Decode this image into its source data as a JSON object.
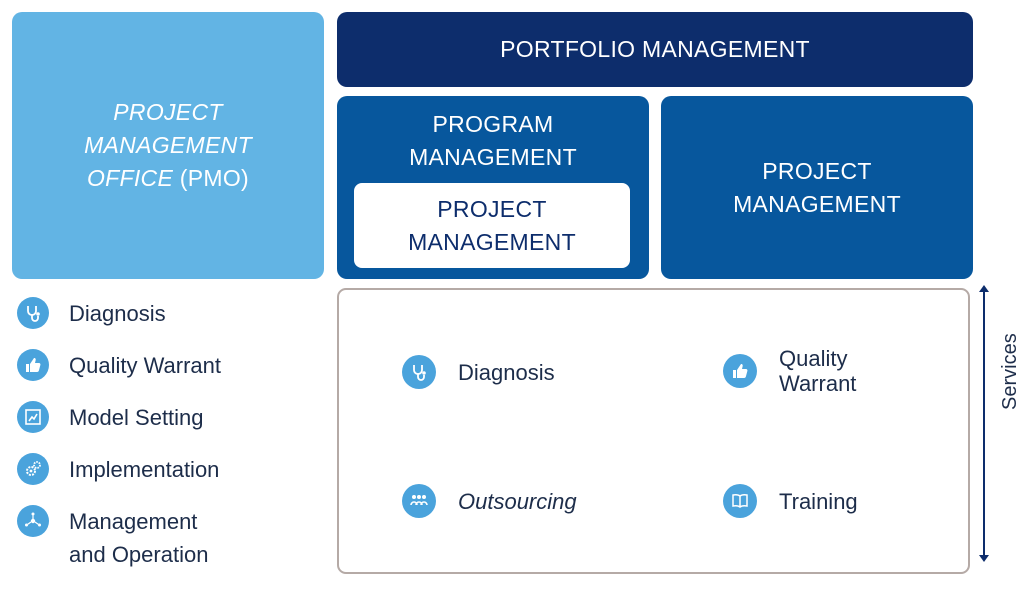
{
  "colors": {
    "pmo": "#62b4e4",
    "portfolio": "#0d2d6c",
    "program": "#07579d",
    "icon": "#4aa3dc",
    "text": "#1d2d4a"
  },
  "pmo": {
    "label_italic": "PROJECT\nMANAGEMENT\nOFFICE",
    "label_suffix": " (PMO)"
  },
  "portfolio": {
    "label": "PORTFOLIO MANAGEMENT"
  },
  "program": {
    "label": "PROGRAM\nMANAGEMENT",
    "inner_label": "PROJECT\nMANAGEMENT"
  },
  "project": {
    "label": "PROJECT\nMANAGEMENT"
  },
  "pmo_services": [
    {
      "icon": "stethoscope-icon",
      "label": "Diagnosis"
    },
    {
      "icon": "thumbs-up-icon",
      "label": "Quality Warrant"
    },
    {
      "icon": "model-board-icon",
      "label": "Model Setting"
    },
    {
      "icon": "gears-icon",
      "label": "Implementation"
    },
    {
      "icon": "network-people-icon",
      "label": "Management\nand Operation"
    }
  ],
  "services_panel": {
    "axis_label": "Services",
    "items": [
      {
        "icon": "stethoscope-icon",
        "label": "Diagnosis"
      },
      {
        "icon": "thumbs-up-icon",
        "label": "Quality\nWarrant"
      },
      {
        "icon": "people-group-icon",
        "label": "Outsourcing"
      },
      {
        "icon": "book-icon",
        "label": "Training"
      }
    ]
  }
}
